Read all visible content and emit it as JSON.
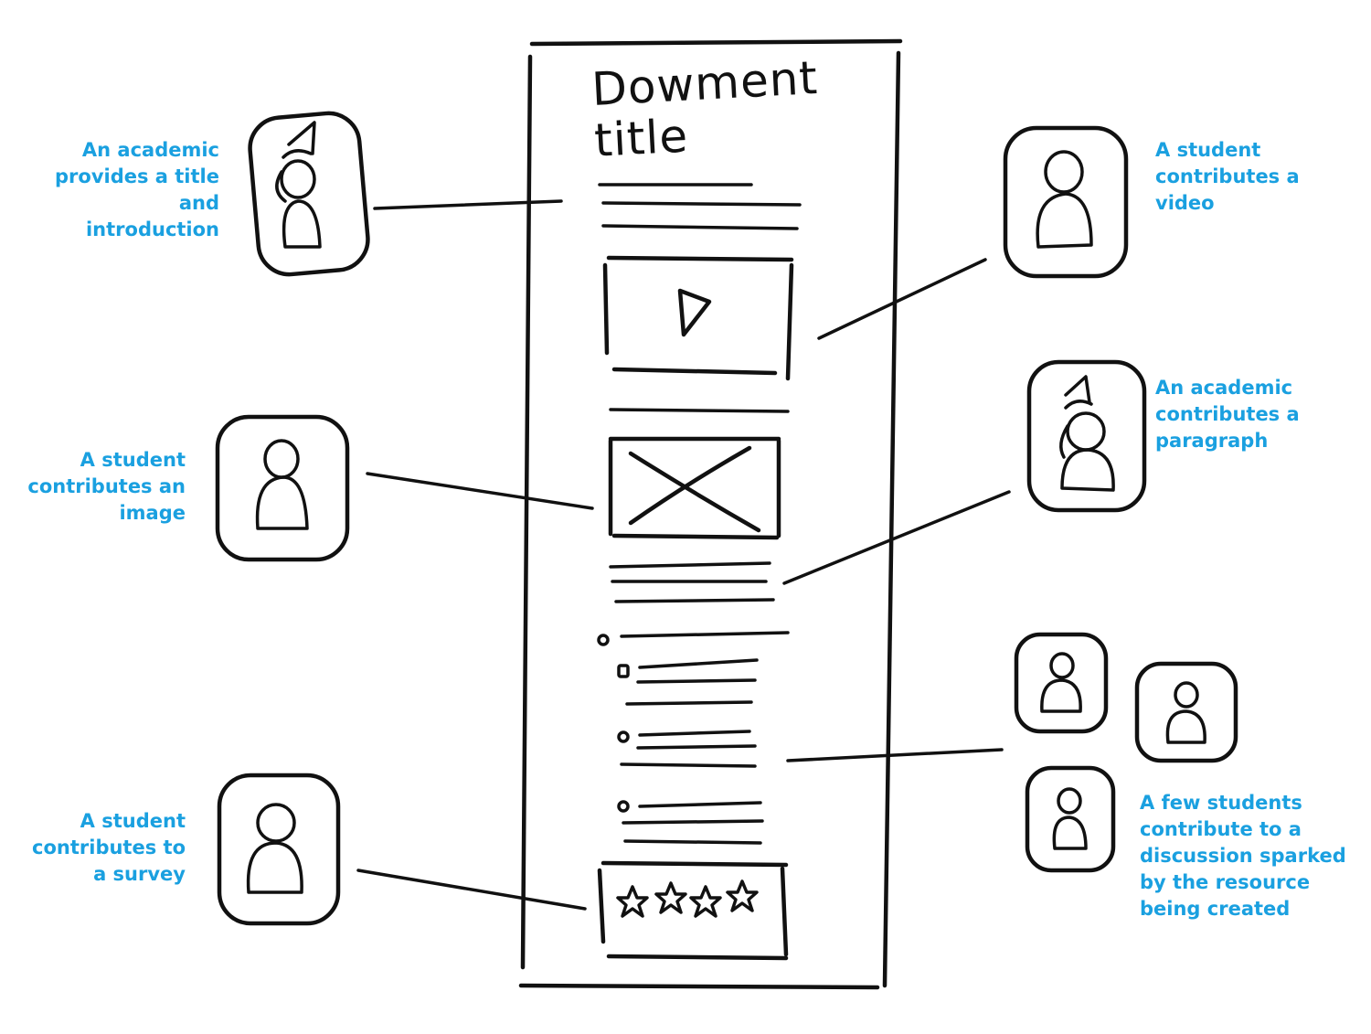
{
  "document": {
    "title": "Dowment\ntitle"
  },
  "labels": {
    "academic_title_intro": "An academic\nprovides a title and\nintroduction",
    "student_image": "A student\ncontributes an\nimage",
    "student_survey": "A student\ncontributes to\na survey",
    "student_video": "A student\ncontributes a\nvideo",
    "academic_paragraph": "An academic\ncontributes a\nparagraph",
    "students_discussion": "A few students\ncontribute to a\ndiscussion sparked\nby the resource\nbeing created"
  },
  "colors": {
    "label": "#1aa0e0",
    "ink": "#111111"
  }
}
